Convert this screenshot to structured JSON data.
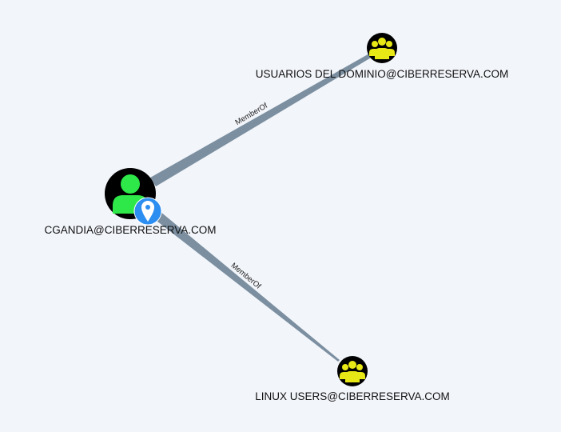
{
  "graph": {
    "background": "#f2f5fa",
    "edge_color": "#7b8fa0",
    "nodes": {
      "user": {
        "label": "CGANDIA@CIBERRESERVA.COM",
        "type": "user",
        "icon": "user-icon",
        "circle_color": "#000000",
        "icon_color": "#2ee84a",
        "start_node_marker": "location-pin-icon",
        "marker_color": "#2b8ef0"
      },
      "group_domain_users": {
        "label": "USUARIOS DEL DOMINIO@CIBERRESERVA.COM",
        "type": "group",
        "icon": "group-icon",
        "circle_color": "#000000",
        "icon_color": "#e8e816"
      },
      "group_linux_users": {
        "label": "LINUX USERS@CIBERRESERVA.COM",
        "type": "group",
        "icon": "group-icon",
        "circle_color": "#000000",
        "icon_color": "#e8e816"
      }
    },
    "edges": [
      {
        "from": "user",
        "to": "group_domain_users",
        "label": "MemberOf"
      },
      {
        "from": "user",
        "to": "group_linux_users",
        "label": "MemberOf"
      }
    ]
  }
}
